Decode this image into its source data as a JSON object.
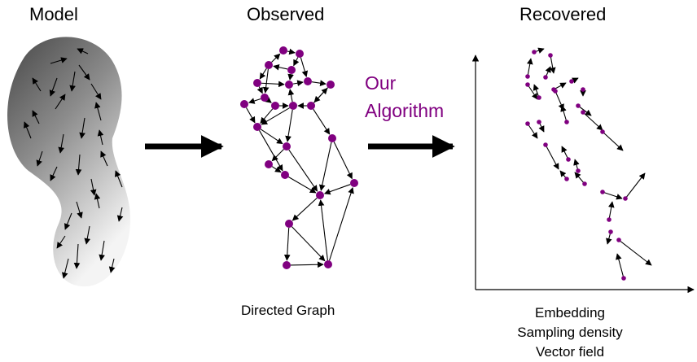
{
  "headings": {
    "model": "Model",
    "observed": "Observed",
    "recovered": "Recovered"
  },
  "algorithm_label": {
    "line1": "Our",
    "line2": "Algorithm"
  },
  "captions": {
    "observed": "Directed Graph",
    "recovered_line1": "Embedding",
    "recovered_line2": "Sampling density",
    "recovered_line3": "Vector field"
  },
  "colors": {
    "node": "#800080",
    "arrow": "#000000",
    "accent_text": "#800080"
  }
}
